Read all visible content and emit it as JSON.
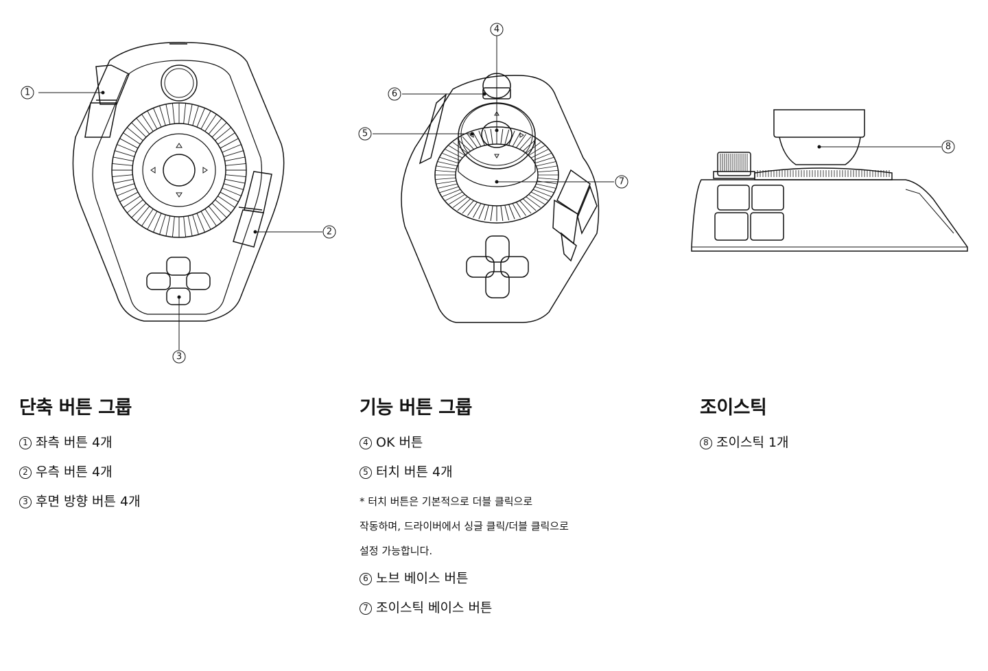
{
  "callouts": [
    "1",
    "2",
    "3",
    "4",
    "5",
    "6",
    "7",
    "8"
  ],
  "groups": [
    {
      "title": "단축 버튼 그룹",
      "items": [
        {
          "num": "1",
          "text": "좌측 버튼 4개"
        },
        {
          "num": "2",
          "text": "우측 버튼 4개"
        },
        {
          "num": "3",
          "text": "후면 방향 버튼 4개"
        }
      ]
    },
    {
      "title": "기능 버튼 그룹",
      "items": [
        {
          "num": "4",
          "text": "OK 버튼"
        },
        {
          "num": "5",
          "text": "터치 버튼 4개"
        },
        {
          "num": "6",
          "text": "노브 베이스 버튼"
        },
        {
          "num": "7",
          "text": "조이스틱 베이스 버튼"
        }
      ],
      "note_lines": [
        "* 터치 버튼은 기본적으로 더블 클릭으로",
        "작동하며, 드라이버에서 싱글 클릭/더블 클릭으로",
        "설정 가능합니다."
      ]
    },
    {
      "title": "조이스틱",
      "items": [
        {
          "num": "8",
          "text": "조이스틱 1개"
        }
      ]
    }
  ]
}
